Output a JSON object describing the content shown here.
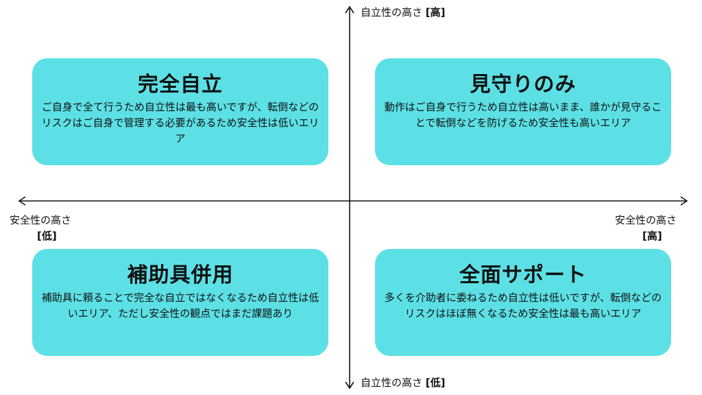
{
  "axes": {
    "vertical_top": {
      "label": "自立性の高さ",
      "level": "[高]"
    },
    "vertical_bottom": {
      "label": "自立性の高さ",
      "level": "[低]"
    },
    "horizontal_left": {
      "label": "安全性の高さ",
      "level": "[低]"
    },
    "horizontal_right": {
      "label": "安全性の高さ",
      "level": "[高]"
    }
  },
  "quadrants": {
    "top_left": {
      "title": "完全自立",
      "description": "ご自身で全て行うため自立性は最も高いですが、転倒などのリスクはご自身で管理する必要があるため安全性は低いエリア"
    },
    "top_right": {
      "title": "見守りのみ",
      "description": "動作はご自身で行うため自立性は高いまま、誰かが見守ることで転倒などを防げるため安全性も高いエリア"
    },
    "bottom_left": {
      "title": "補助具併用",
      "description": "補助具に頼ることで完全な自立ではなくなるため自立性は低いエリア、ただし安全性の観点ではまだ課題あり"
    },
    "bottom_right": {
      "title": "全面サポート",
      "description": "多くを介助者に委ねるため自立性は低いですが、転倒などのリスクはほぼ無くなるため安全性は最も高いエリア"
    }
  },
  "colors": {
    "box_fill": "#5ce0e5",
    "axis": "#111111"
  }
}
